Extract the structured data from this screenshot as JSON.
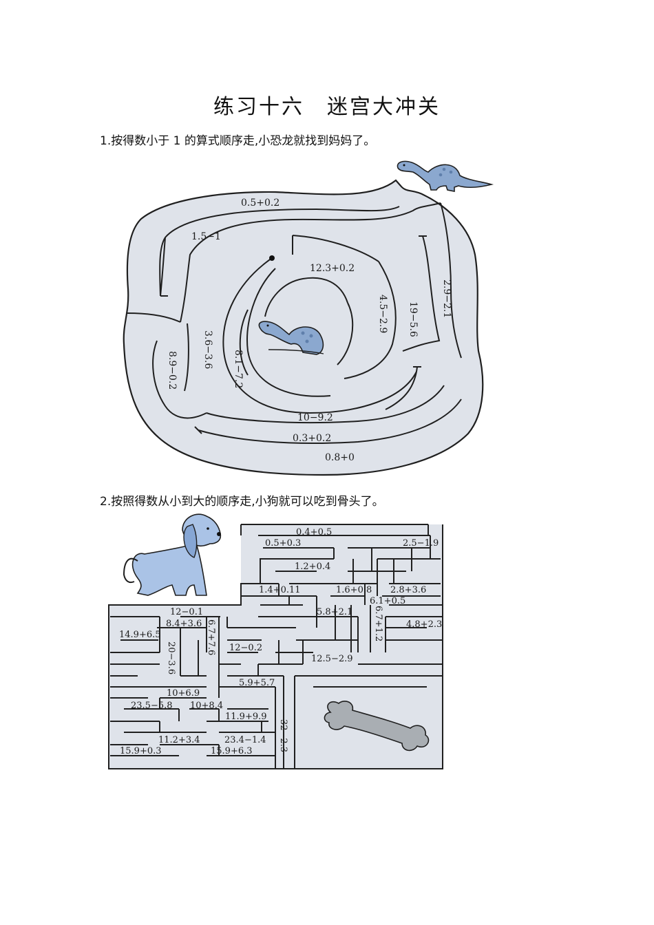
{
  "page": {
    "title": "练习十六　迷宫大冲关",
    "q1_text": "1.按得数小于 1 的算式顺序走,小恐龙就找到妈妈了。",
    "q2_text": "2.按照得数从小到大的顺序走,小狗就可以吃到骨头了。"
  },
  "colors": {
    "maze_fill": "#dfe3ea",
    "line": "#1f1f1f",
    "dino_blue": "#8ba8cf",
    "dog_blue": "#aac3e6",
    "bone_gray": "#a9aeb3"
  },
  "maze1": {
    "labels": [
      "0.5+0.2",
      "1.5−1",
      "12.3+0.2",
      "4.5−2.9",
      "19−5.6",
      "2.9−2.1",
      "3.6−3.6",
      "8.9−0.2",
      "8.1−7.2",
      "10−9.2",
      "0.3+0.2",
      "0.8+0"
    ]
  },
  "maze2": {
    "labels": [
      "0.4+0.5",
      "0.5+0.3",
      "2.5−1.9",
      "1.2+0.4",
      "1.4+0.11",
      "1.6+0.8",
      "2.8+3.6",
      "6.1+0.5",
      "12−0.1",
      "8.4+3.6",
      "5.8+2.1",
      "6.7+1.2",
      "4.8+2.3",
      "14.9+6.5",
      "6.7+7.6",
      "12−0.2",
      "20−3.6",
      "12.5−2.9",
      "5.9+5.7",
      "10+6.9",
      "23.5−5.8",
      "10+8.4",
      "11.9+9.9",
      "32−2.3",
      "11.2+3.4",
      "23.4−1.4",
      "15.9+0.3",
      "15.9+6.3"
    ]
  }
}
